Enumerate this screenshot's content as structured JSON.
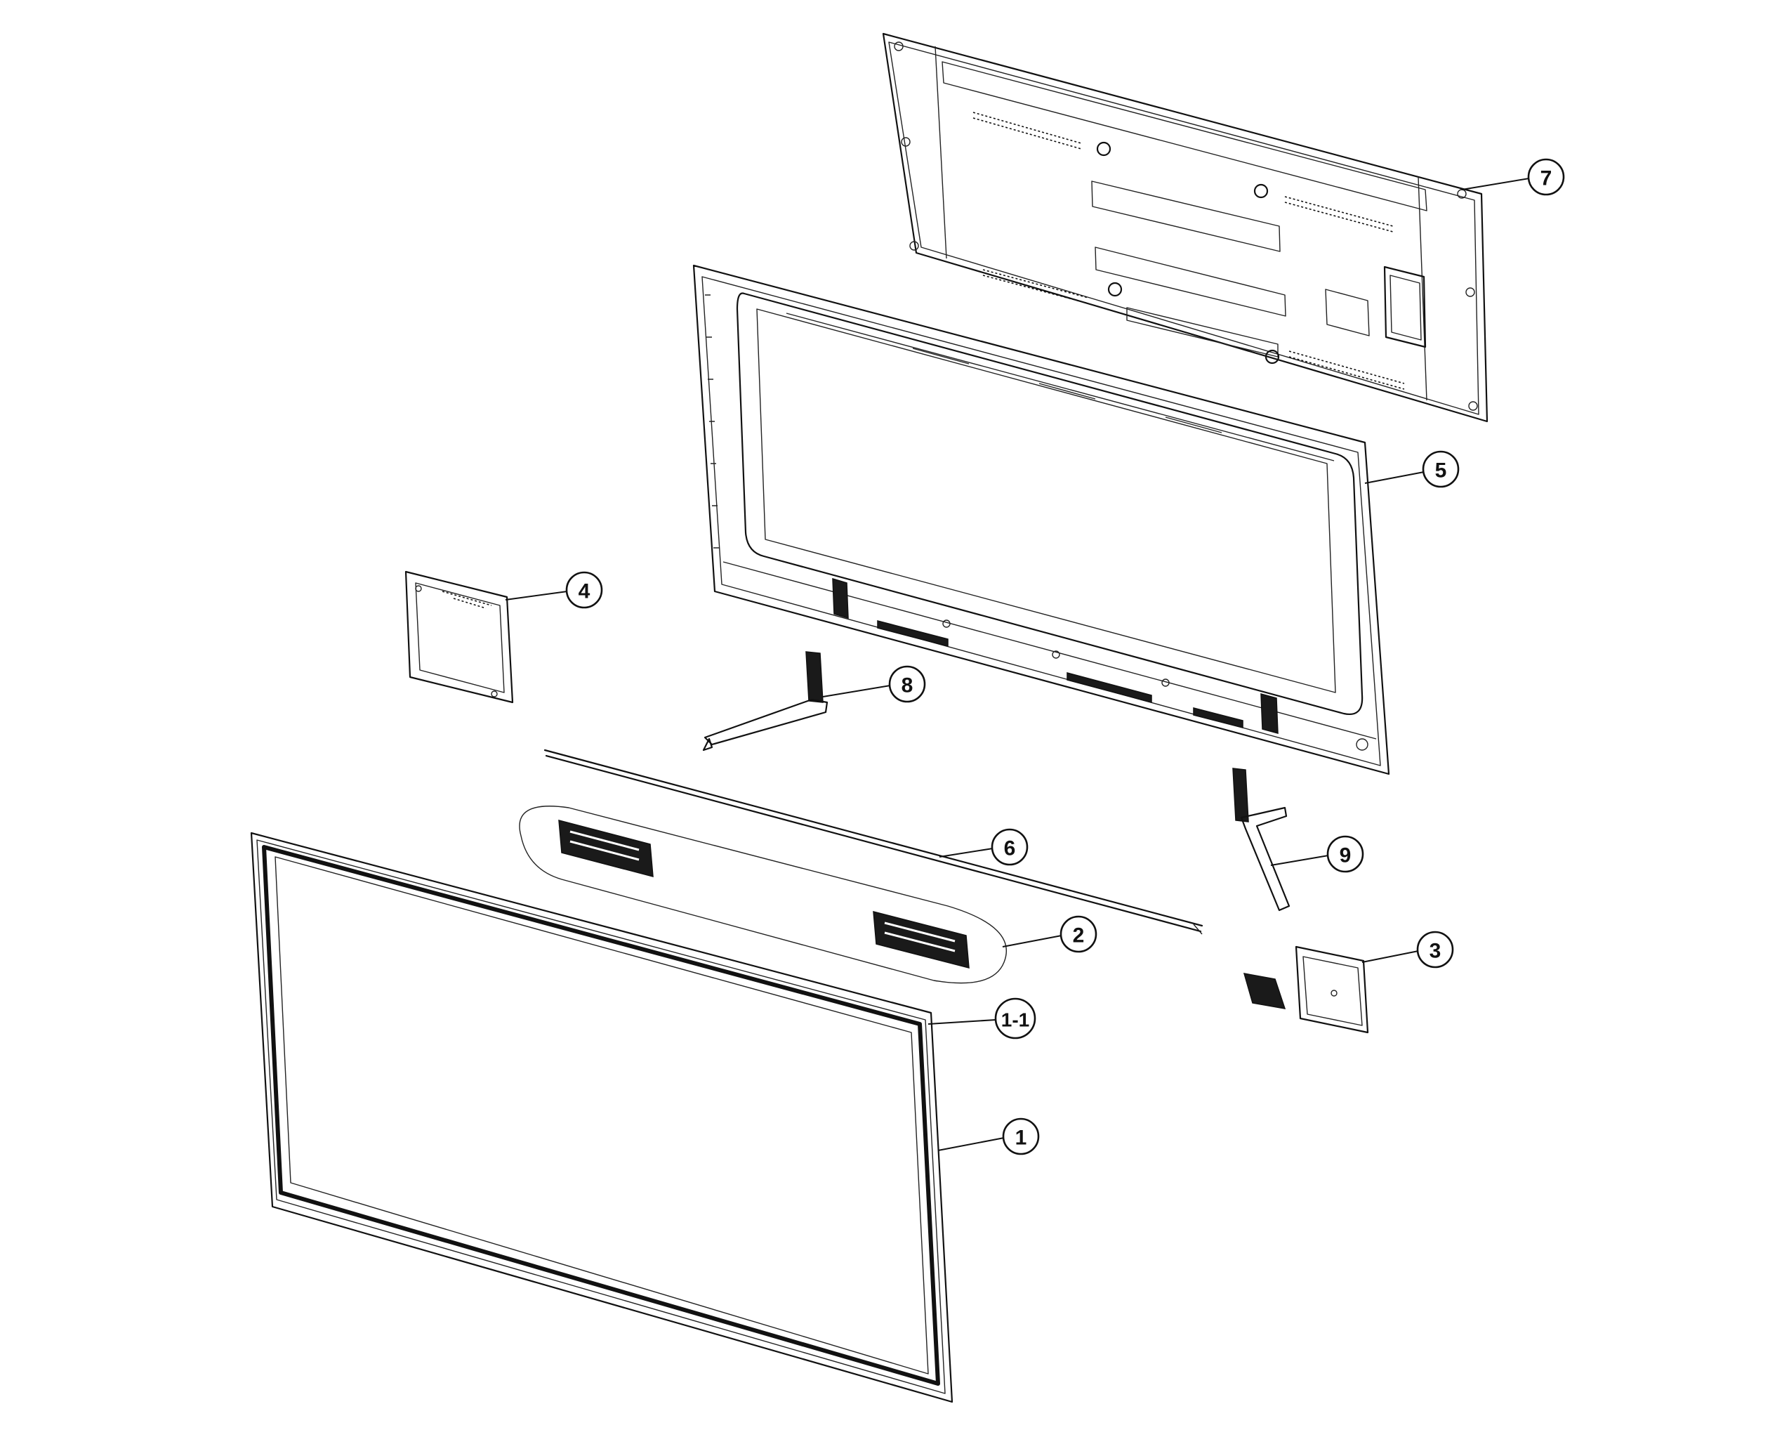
{
  "callouts": [
    {
      "id": "7",
      "label": "7"
    },
    {
      "id": "5",
      "label": "5"
    },
    {
      "id": "4",
      "label": "4"
    },
    {
      "id": "8",
      "label": "8"
    },
    {
      "id": "6",
      "label": "6"
    },
    {
      "id": "9",
      "label": "9"
    },
    {
      "id": "2",
      "label": "2"
    },
    {
      "id": "3",
      "label": "3"
    },
    {
      "id": "1-1",
      "label": "1-1"
    },
    {
      "id": "1",
      "label": "1"
    }
  ]
}
